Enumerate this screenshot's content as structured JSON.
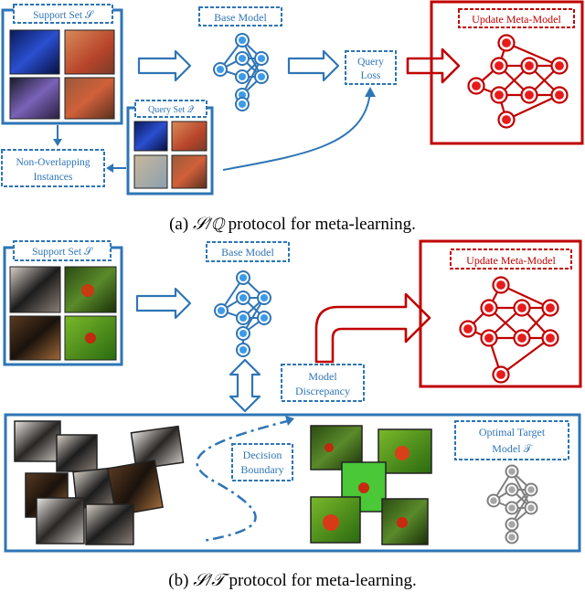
{
  "part_a": {
    "support_set_label": "Support Set 𝒮",
    "base_model_label": "Base Model",
    "query_loss_label": [
      "Query",
      "Loss"
    ],
    "update_label": "Update Meta-Model",
    "query_set_label": "Query Set 𝒬",
    "non_overlap_label": [
      "Non-Overlapping",
      "Instances"
    ],
    "caption_prefix": "(a) ",
    "caption_math": "𝒮/ℚ",
    "caption_suffix": " protocol for meta-learning."
  },
  "part_b": {
    "support_set_label": "Support Set 𝒮",
    "base_model_label": "Base Model",
    "update_label": "Update Meta-Model",
    "model_discrepancy_label": [
      "Model",
      "Discrepancy"
    ],
    "decision_boundary_label": [
      "Decision",
      "Boundary"
    ],
    "optimal_target_label": [
      "Optimal Target",
      "Model 𝒯"
    ],
    "caption_prefix": "(b) ",
    "caption_math": "𝒮/𝒯",
    "caption_suffix": " protocol for meta-learning."
  },
  "colors": {
    "blue": "#2e75b6",
    "blue_node": "#3d9be9",
    "red": "#c00000",
    "red_node": "#e81c1c",
    "gray": "#7f7f7f",
    "gray_node": "#a6a6a6"
  }
}
